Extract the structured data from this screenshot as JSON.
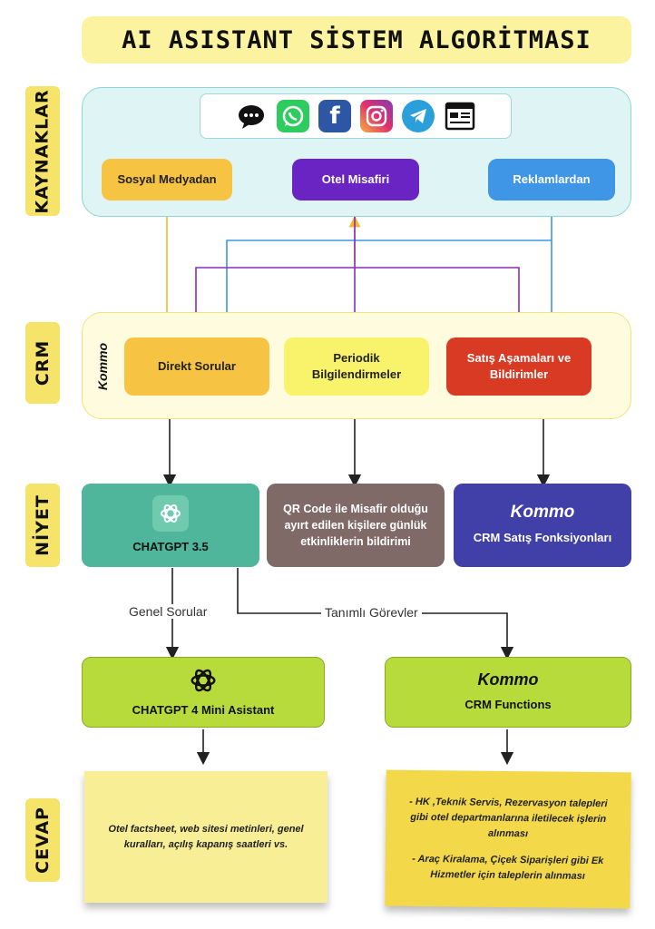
{
  "title": "AI ASISTANT SİSTEM ALGORİTMASI",
  "sections": {
    "kaynaklar": "KAYNAKLAR",
    "crm": "CRM",
    "niyet": "NİYET",
    "cevap": "CEVAP"
  },
  "icons": [
    "chat-bubble-icon",
    "whatsapp-icon",
    "facebook-icon",
    "instagram-icon",
    "telegram-icon",
    "web-browser-icon"
  ],
  "sources": {
    "sosyal": "Sosyal Medyadan",
    "otel": "Otel Misafiri",
    "reklam": "Reklamlardan"
  },
  "crm": {
    "logo": "Kommo",
    "direkt": "Direkt Sorular",
    "periodik": "Periodik Bilgilendirmeler",
    "satis": "Satış Aşamaları ve Bildirimler"
  },
  "niyet": {
    "chatgpt35": "CHATGPT 3.5",
    "qr": "QR Code ile Misafir olduğu ayırt edilen kişilere günlük etkinliklerin bildirimi",
    "kommo_logo": "Kommo",
    "crm_satis": "CRM Satış Fonksiyonları"
  },
  "branches": {
    "genel": "Genel Sorular",
    "tanimli": "Tanımlı Görevler"
  },
  "results": {
    "chatgpt4": "CHATGPT 4 Mini Asistant",
    "kommo_logo": "Kommo",
    "crm_functions": "CRM Functions"
  },
  "answers": {
    "left": "Otel factsheet, web sitesi metinleri, genel kuralları, açılış kapanış saatleri vs.",
    "right_1": "- HK ,Teknik Servis, Rezervasyon talepleri gibi otel departmanlarına iletilecek işlerin alınması",
    "right_2": "- Araç Kiralama, Çiçek Siparişleri gibi Ek Hizmetler için taleplerin alınması"
  },
  "colors": {
    "yellow": "#f6c342",
    "purple": "#6b24c4",
    "blue": "#3f95e6",
    "red": "#d93a24",
    "teal": "#4fb59b",
    "brown": "#7f6a67",
    "indigo": "#4040a8",
    "lime": "#b8db3c",
    "note": "#f8ee95",
    "note_dark": "#f3d94a"
  }
}
